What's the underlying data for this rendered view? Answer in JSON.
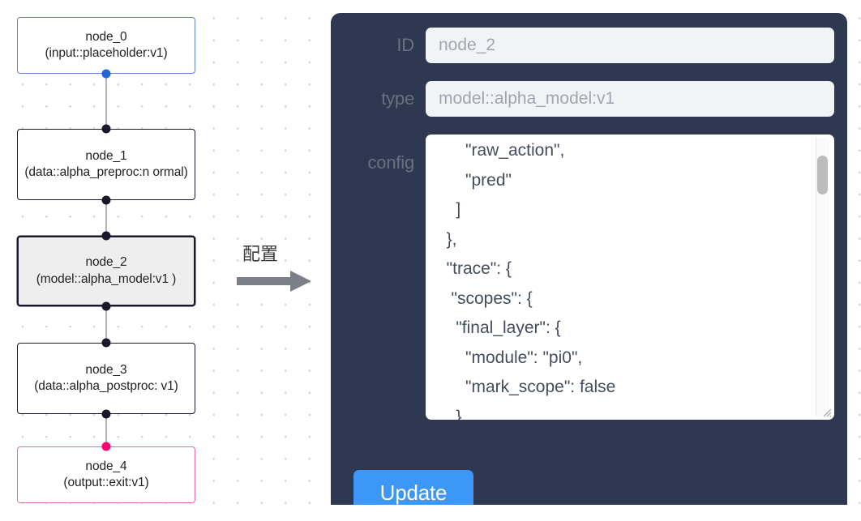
{
  "graph": {
    "nodes": [
      {
        "id": "node_0",
        "title": "node_0",
        "subtitle": "(input::placeholder:v1)",
        "kind": "input",
        "selected": false
      },
      {
        "id": "node_1",
        "title": "node_1",
        "subtitle": "(data::alpha_preproc:n ormal)",
        "kind": "default",
        "selected": false
      },
      {
        "id": "node_2",
        "title": "node_2",
        "subtitle": "(model::alpha_model:v1 )",
        "kind": "default",
        "selected": true
      },
      {
        "id": "node_3",
        "title": "node_3",
        "subtitle": "(data::alpha_postproc: v1)",
        "kind": "default",
        "selected": false
      },
      {
        "id": "node_4",
        "title": "node_4",
        "subtitle": "(output::exit:v1)",
        "kind": "output",
        "selected": false
      }
    ],
    "colors": {
      "input_border": "#5f82cf",
      "output_border": "#e86aa4",
      "default_border": "#1a192b",
      "selected_fill": "#eeeeee",
      "edge": "#b1b1b7",
      "handle": "#1a192b",
      "handle_source": "#2563d8",
      "handle_target": "#ff0073"
    }
  },
  "arrow": {
    "caption": "配置"
  },
  "panel": {
    "background": "#2e3850",
    "fields": [
      {
        "label": "ID",
        "value": "node_2"
      },
      {
        "label": "type",
        "value": "model::alpha_model:v1"
      }
    ],
    "config": {
      "label": "config",
      "value": "      \"raw_action\",\n      \"pred\"\n    ]\n  },\n  \"trace\": {\n   \"scopes\": {\n    \"final_layer\": {\n      \"module\": \"pi0\",\n      \"mark_scope\": false\n    },\n    \"action_model\": {"
    },
    "update_button": {
      "label": "Update",
      "color": "#3d97f7"
    }
  }
}
